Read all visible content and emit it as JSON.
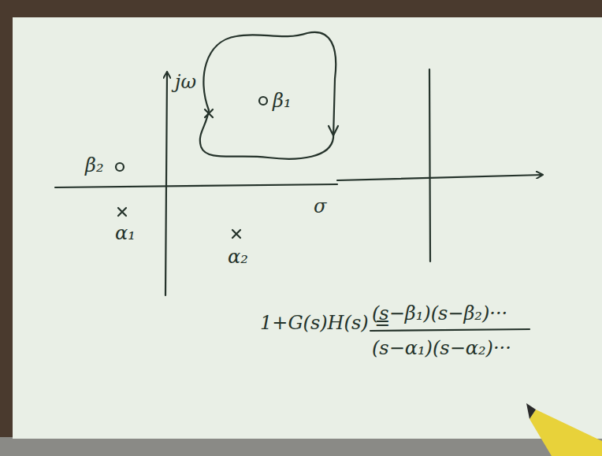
{
  "diagram": {
    "labels": [
      "jω",
      "β₁",
      "β₂",
      "σ",
      "α₁",
      "α₂",
      "1+G(s)H(s) =",
      "(s−β₁)(s−β₂)···",
      "(s−α₁)(s−α₂)···"
    ]
  }
}
